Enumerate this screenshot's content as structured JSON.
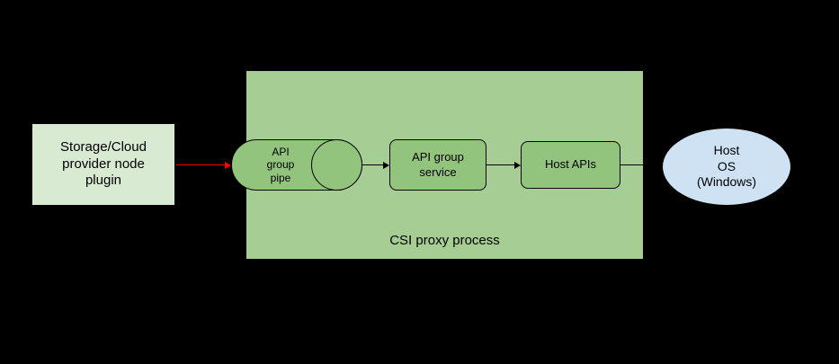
{
  "canvas": {
    "background": "#000000"
  },
  "nodes": {
    "plugin": {
      "label": "Storage/Cloud\nprovider node\nplugin",
      "fill": "#d9ead3",
      "border": "#000000"
    },
    "proxy": {
      "label": "CSI proxy process",
      "fill": "#a6ce94",
      "border": "#000000"
    },
    "pipe": {
      "label": "API\ngroup\npipe",
      "fill": "#93c47d",
      "border": "#000000"
    },
    "service": {
      "label": "API group\nservice",
      "fill": "#93c47d",
      "border": "#000000"
    },
    "host_apis": {
      "label": "Host APIs",
      "fill": "#93c47d",
      "border": "#000000"
    },
    "host_os": {
      "label": "Host\nOS\n(Windows)",
      "fill": "#cfe2f3",
      "border": "#000000"
    }
  },
  "edges": [
    {
      "name": "plugin-to-pipe",
      "color": "#ff0000",
      "arrowhead": true
    },
    {
      "name": "pipe-to-service",
      "color": "#000000",
      "arrowhead": true
    },
    {
      "name": "service-to-host-apis",
      "color": "#000000",
      "arrowhead": true
    },
    {
      "name": "host-apis-to-host-os",
      "color": "#000000",
      "arrowhead": false
    }
  ]
}
